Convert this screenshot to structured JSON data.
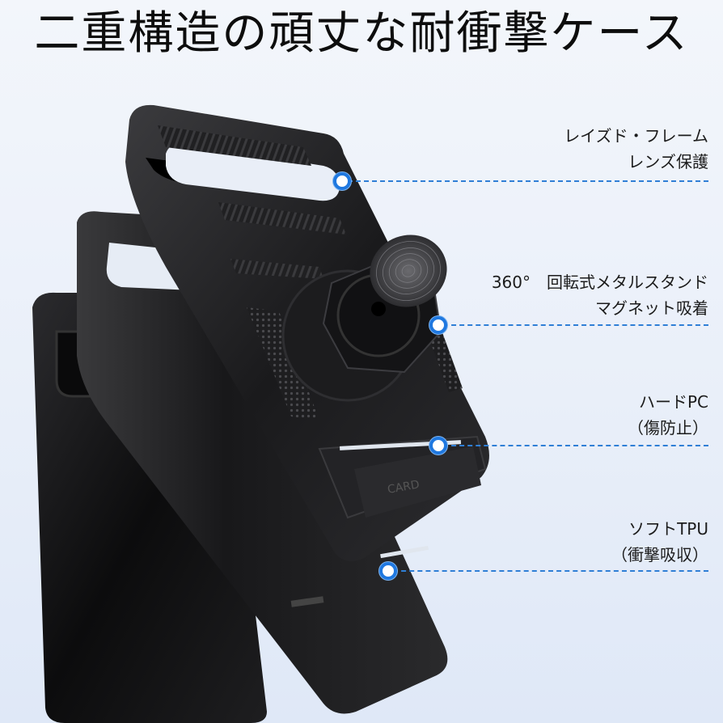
{
  "title": "二重構造の頑丈な耐衝撃ケース",
  "callouts": [
    {
      "line1": "レイズド・フレーム",
      "line2": "レンズ保護"
    },
    {
      "line1": "360°　回転式メタルスタンド",
      "line2": "マグネット吸着"
    },
    {
      "line1": "ハードPC",
      "line2": "（傷防止）"
    },
    {
      "line1": "ソフトTPU",
      "line2": "（衝撃吸収）"
    }
  ],
  "case_labels": {
    "card": "CARD"
  },
  "colors": {
    "accent": "#1f78e0",
    "dash": "#2f7fd6",
    "case": "#1b1b1d"
  }
}
